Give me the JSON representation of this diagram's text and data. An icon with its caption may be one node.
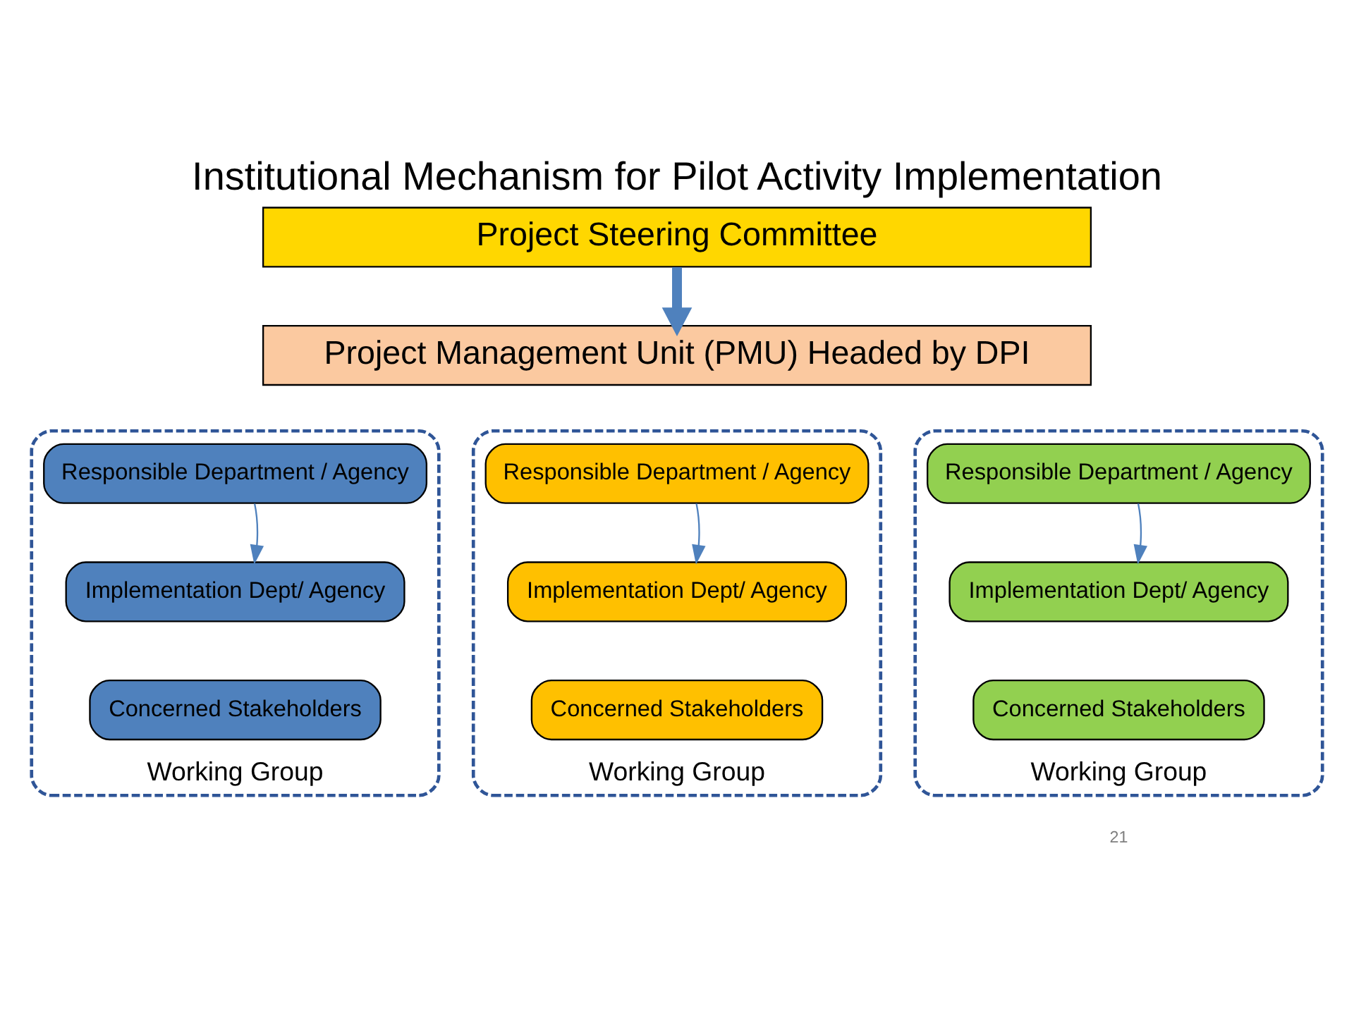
{
  "diagram": {
    "title": "Institutional Mechanism for Pilot Activity Implementation",
    "nodes": [
      {
        "text": [
          "Project Steering Committee"
        ]
      },
      {
        "text": [
          "Project Management Unit (PMU) Headed by DPI"
        ]
      },
      {
        "text": [
          "Working Group"
        ]
      },
      {
        "text": [
          "Responsible Department / Agency"
        ],
        "in": 2
      },
      {
        "text": [
          "Implementation Dept/ Agency"
        ],
        "in": 2
      },
      {
        "text": [
          "Concerned Stakeholders"
        ],
        "in": 2
      },
      {
        "text": [
          "Working Group"
        ]
      },
      {
        "text": [
          "Responsible Department / Agency"
        ],
        "in": 6
      },
      {
        "text": [
          "Implementation Dept/ Agency"
        ],
        "in": 6
      },
      {
        "text": [
          "Concerned Stakeholders"
        ],
        "in": 6
      },
      {
        "text": [
          "Working Group"
        ]
      },
      {
        "text": [
          "Responsible Department / Agency"
        ],
        "in": 10
      },
      {
        "text": [
          "Implementation Dept/ Agency"
        ],
        "in": 10
      },
      {
        "text": [
          "Concerned Stakeholders"
        ],
        "in": 10
      }
    ],
    "edges": [
      {
        "from": 0,
        "to": 1,
        "arrow": "to",
        "style": "thick"
      },
      {
        "from": 3,
        "to": 4,
        "arrow": "to"
      },
      {
        "from": 7,
        "to": 8,
        "arrow": "to"
      },
      {
        "from": 11,
        "to": 12,
        "arrow": "to"
      }
    ],
    "labels": [
      "21"
    ]
  }
}
